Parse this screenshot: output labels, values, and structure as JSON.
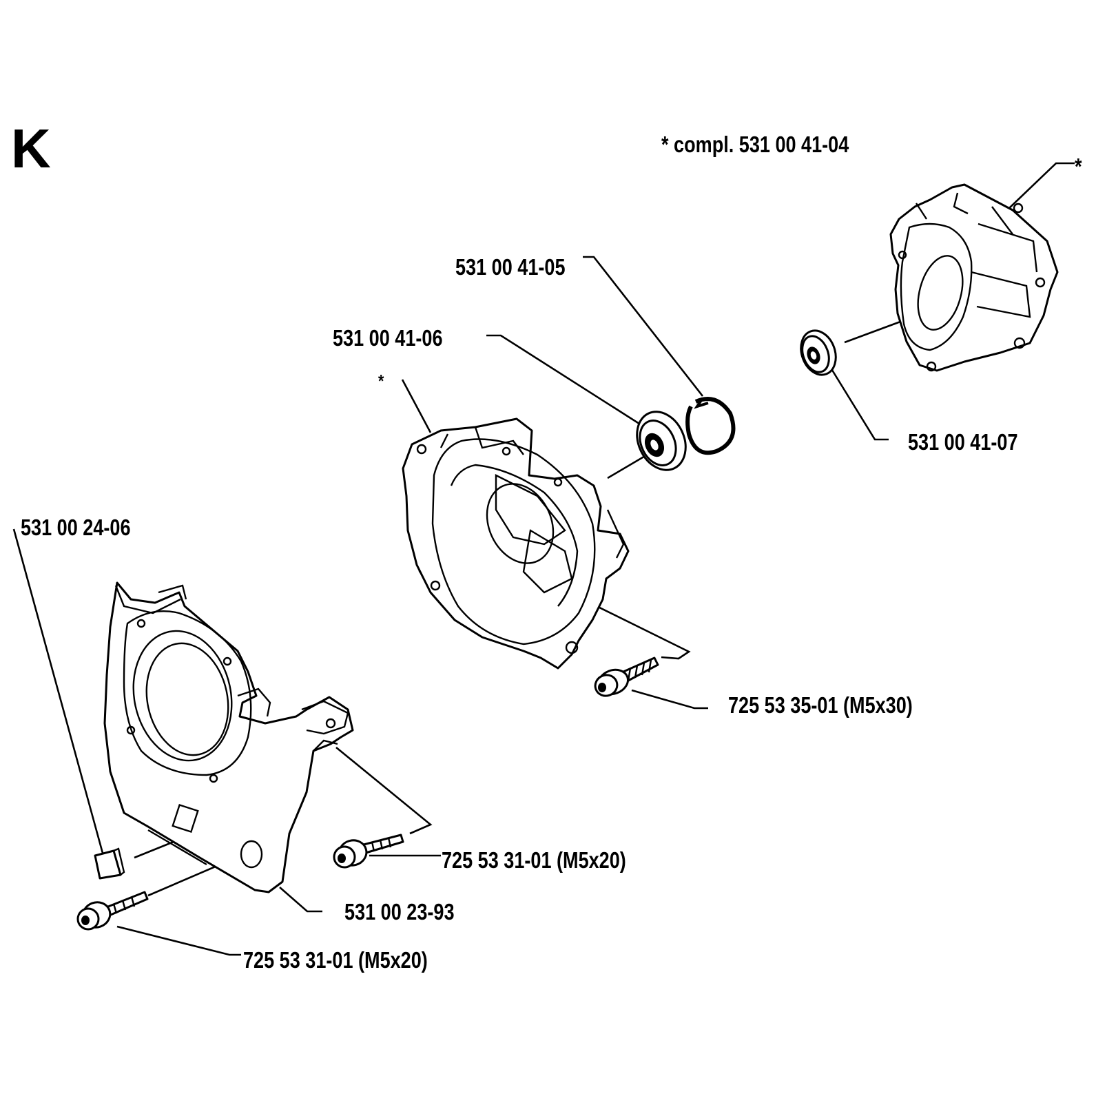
{
  "section_letter": "K",
  "assembly_note": "*  compl. 531 00 41-04",
  "star_mark": "*",
  "parts": [
    {
      "id": "p-41-05",
      "label": "531 00 41-05"
    },
    {
      "id": "p-41-06",
      "label": "531 00 41-06"
    },
    {
      "id": "p-41-07",
      "label": "531 00 41-07"
    },
    {
      "id": "p-24-06",
      "label": "531 00 24-06"
    },
    {
      "id": "p-35-01",
      "label": "725 53 35-01 (M5x30)"
    },
    {
      "id": "p-31-01a",
      "label": "725 53 31-01 (M5x20)"
    },
    {
      "id": "p-23-93",
      "label": "531 00 23-93"
    },
    {
      "id": "p-31-01b",
      "label": "725 53 31-01 (M5x20)"
    }
  ]
}
